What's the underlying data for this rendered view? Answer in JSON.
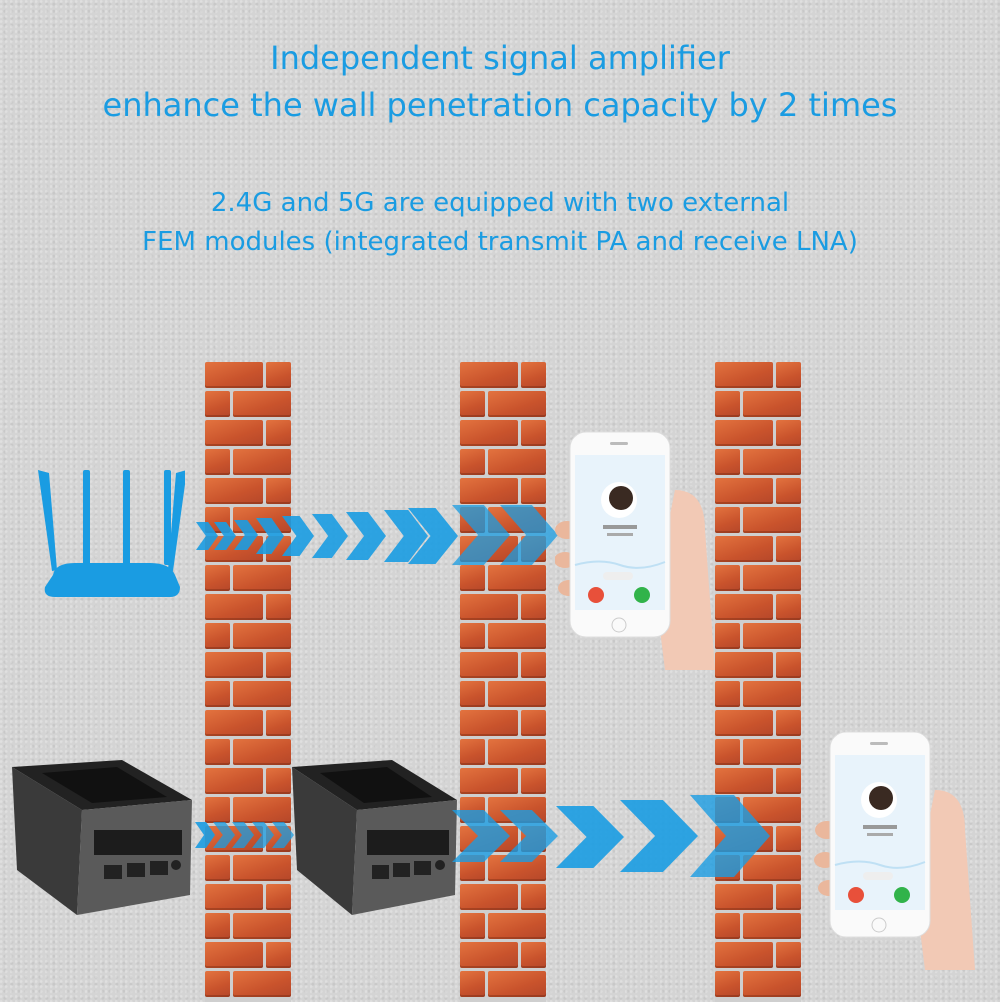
{
  "headline": {
    "line1": "Independent signal amplifier",
    "line2": "enhance the wall penetration capacity by 2 times"
  },
  "subheadline": {
    "line1": "2.4G and 5G are equipped with two external",
    "line2": "FEM modules (integrated transmit PA and receive LNA)"
  },
  "colors": {
    "accent": "#1a9ce2",
    "background": "#d4d4d4",
    "brick": "#d8653a",
    "device": "#2b2b2b"
  },
  "scene": {
    "top_row": {
      "source": "router-icon",
      "walls_crossed": 2,
      "target": "phone"
    },
    "bottom_row": {
      "source": "mesh-node",
      "repeater": "mesh-node",
      "walls_crossed": 3,
      "target": "phone"
    }
  }
}
